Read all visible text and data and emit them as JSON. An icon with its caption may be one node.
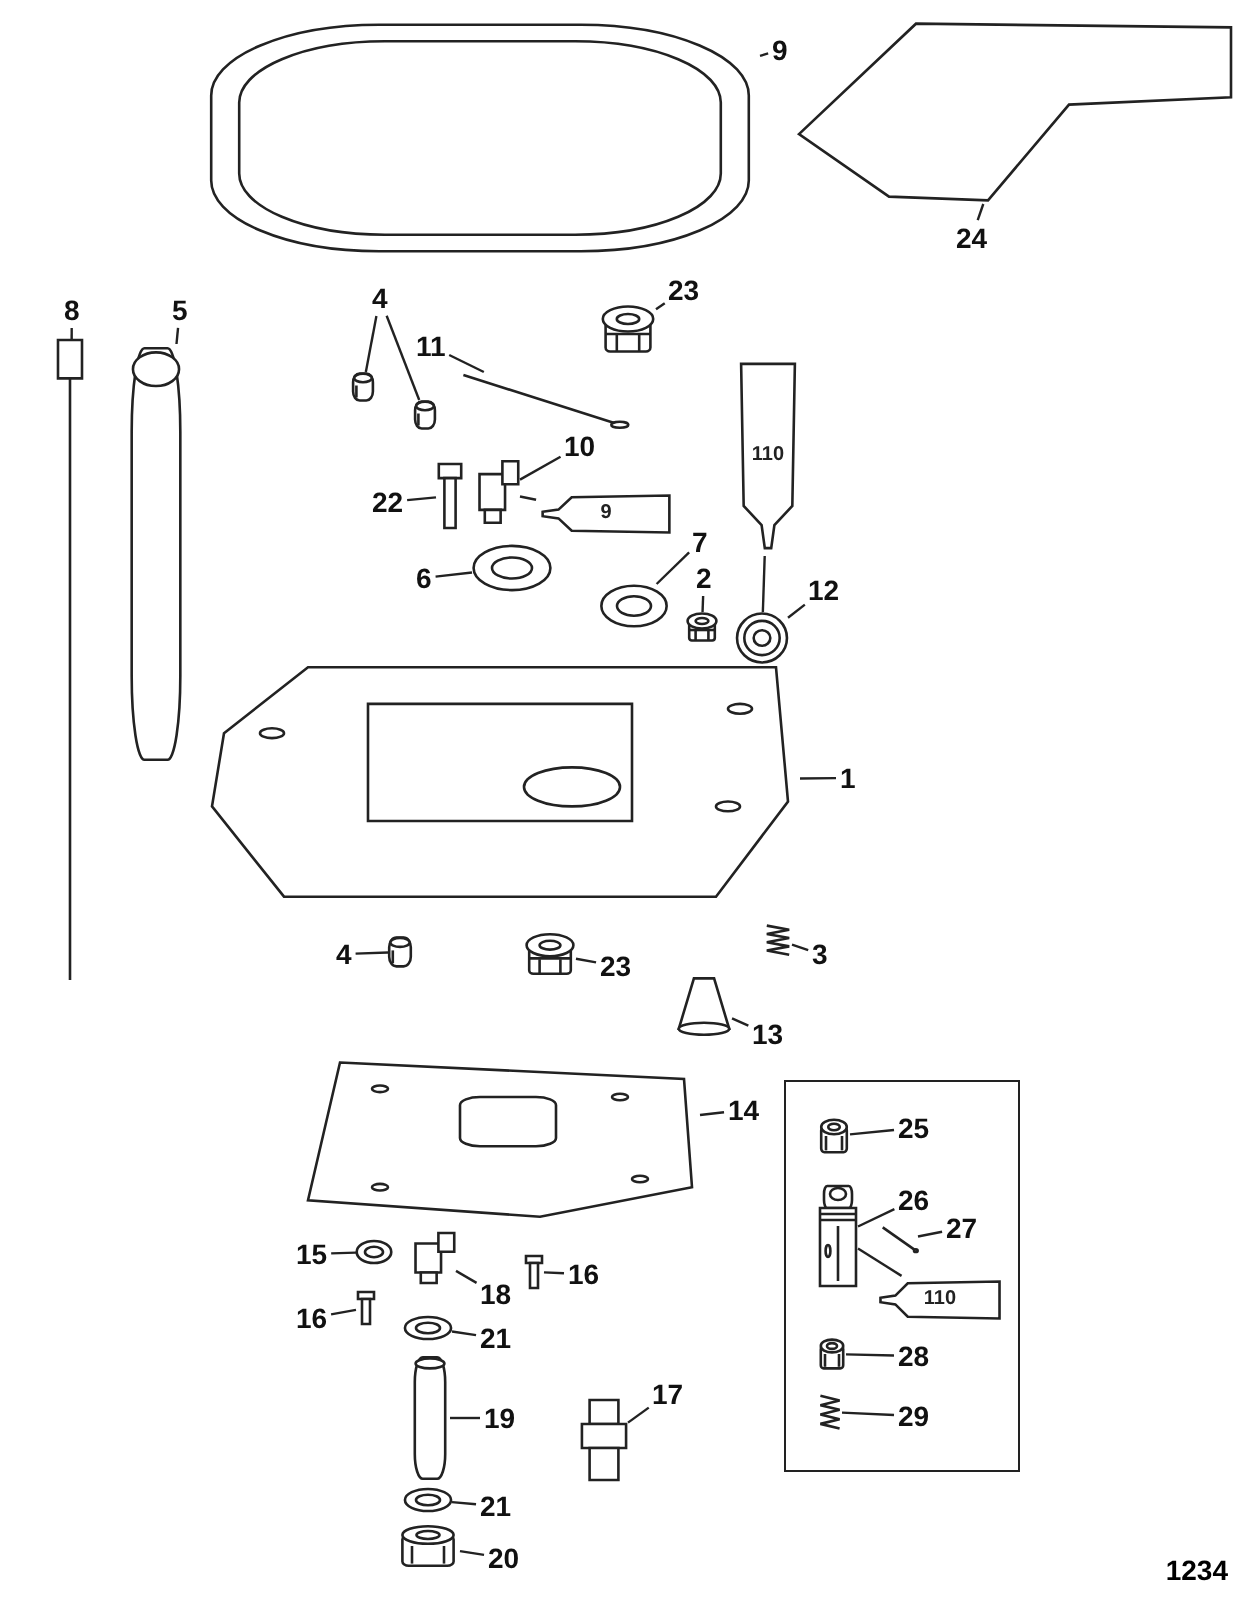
{
  "diagram": {
    "nodes": [
      {
        "text": [
          "9"
        ]
      },
      {
        "text": [],
        "shape": "picture"
      },
      {
        "text": [
          "24"
        ]
      },
      {
        "text": [],
        "shape": "picture"
      },
      {
        "text": [
          "8"
        ]
      },
      {
        "text": [],
        "shape": "picture"
      },
      {
        "text": [
          "5"
        ]
      },
      {
        "text": [],
        "shape": "picture"
      },
      {
        "text": [
          "4"
        ]
      },
      {
        "text": [],
        "shape": "picture"
      },
      {
        "text": [],
        "shape": "picture"
      },
      {
        "text": [
          "11"
        ]
      },
      {
        "text": [],
        "shape": "picture"
      },
      {
        "text": [
          "23"
        ]
      },
      {
        "text": [],
        "shape": "picture"
      },
      {
        "text": [
          "22"
        ]
      },
      {
        "text": [],
        "shape": "picture"
      },
      {
        "text": [
          "10"
        ]
      },
      {
        "text": [],
        "shape": "picture"
      },
      {
        "text": [
          "9"
        ]
      },
      {
        "text": [
          "6"
        ]
      },
      {
        "text": [],
        "shape": "picture"
      },
      {
        "text": [
          "7"
        ]
      },
      {
        "text": [],
        "shape": "picture"
      },
      {
        "text": [
          "110"
        ]
      },
      {
        "text": [
          "2"
        ]
      },
      {
        "text": [],
        "shape": "picture"
      },
      {
        "text": [
          "12"
        ]
      },
      {
        "text": [],
        "shape": "picture"
      },
      {
        "text": [
          "1"
        ]
      },
      {
        "text": [],
        "shape": "picture"
      },
      {
        "text": [
          "4"
        ]
      },
      {
        "text": [],
        "shape": "picture"
      },
      {
        "text": [
          "3"
        ]
      },
      {
        "text": [],
        "shape": "picture"
      },
      {
        "text": [
          "23"
        ]
      },
      {
        "text": [],
        "shape": "picture"
      },
      {
        "text": [
          "13"
        ]
      },
      {
        "text": [],
        "shape": "picture"
      },
      {
        "text": [
          "14"
        ]
      },
      {
        "text": [],
        "shape": "picture"
      },
      {
        "text": [
          "15"
        ]
      },
      {
        "text": [],
        "shape": "picture"
      },
      {
        "text": [
          "18"
        ]
      },
      {
        "text": [],
        "shape": "picture"
      },
      {
        "text": [
          "16"
        ]
      },
      {
        "text": [],
        "shape": "picture"
      },
      {
        "text": [
          "16"
        ]
      },
      {
        "text": [],
        "shape": "picture"
      },
      {
        "text": [
          "21"
        ]
      },
      {
        "text": [],
        "shape": "picture"
      },
      {
        "text": [
          "19"
        ]
      },
      {
        "text": [],
        "shape": "picture"
      },
      {
        "text": [
          "17"
        ]
      },
      {
        "text": [],
        "shape": "picture"
      },
      {
        "text": [
          "21"
        ]
      },
      {
        "text": [],
        "shape": "picture"
      },
      {
        "text": [
          "20"
        ]
      },
      {
        "text": [],
        "shape": "picture"
      },
      {
        "text": [],
        "shape": "box"
      },
      {
        "text": [
          "25"
        ],
        "in": 59
      },
      {
        "text": [],
        "shape": "picture",
        "in": 59
      },
      {
        "text": [
          "26"
        ],
        "in": 59
      },
      {
        "text": [],
        "shape": "picture",
        "in": 59
      },
      {
        "text": [
          "27"
        ],
        "in": 59
      },
      {
        "text": [],
        "shape": "picture",
        "in": 59
      },
      {
        "text": [
          "110"
        ],
        "in": 59
      },
      {
        "text": [
          "28"
        ],
        "in": 59
      },
      {
        "text": [],
        "shape": "picture",
        "in": 59
      },
      {
        "text": [
          "29"
        ],
        "in": 59
      },
      {
        "text": [],
        "shape": "picture",
        "in": 59
      }
    ],
    "edges": [
      {
        "from": 0,
        "to": 1,
        "arrow": "none"
      },
      {
        "from": 2,
        "to": 3,
        "arrow": "none"
      },
      {
        "from": 4,
        "to": 5,
        "arrow": "none"
      },
      {
        "from": 6,
        "to": 7,
        "arrow": "none"
      },
      {
        "from": 8,
        "to": 9,
        "arrow": "none"
      },
      {
        "from": 8,
        "to": 10,
        "arrow": "none"
      },
      {
        "from": 11,
        "to": 12,
        "arrow": "none"
      },
      {
        "from": 13,
        "to": 14,
        "arrow": "none"
      },
      {
        "from": 15,
        "to": 16,
        "arrow": "none"
      },
      {
        "from": 17,
        "to": 18,
        "arrow": "none"
      },
      {
        "from": 19,
        "to": 18,
        "arrow": "none"
      },
      {
        "from": 20,
        "to": 21,
        "arrow": "none"
      },
      {
        "from": 22,
        "to": 23,
        "arrow": "none"
      },
      {
        "from": 24,
        "to": 28,
        "arrow": "none"
      },
      {
        "from": 25,
        "to": 26,
        "arrow": "none"
      },
      {
        "from": 27,
        "to": 28,
        "arrow": "none"
      },
      {
        "from": 29,
        "to": 30,
        "arrow": "none"
      },
      {
        "from": 31,
        "to": 32,
        "arrow": "none"
      },
      {
        "from": 33,
        "to": 34,
        "arrow": "none"
      },
      {
        "from": 35,
        "to": 36,
        "arrow": "none"
      },
      {
        "from": 37,
        "to": 38,
        "arrow": "none"
      },
      {
        "from": 39,
        "to": 40,
        "arrow": "none"
      },
      {
        "from": 41,
        "to": 42,
        "arrow": "none"
      },
      {
        "from": 43,
        "to": 44,
        "arrow": "none"
      },
      {
        "from": 45,
        "to": 46,
        "arrow": "none"
      },
      {
        "from": 47,
        "to": 48,
        "arrow": "none"
      },
      {
        "from": 49,
        "to": 50,
        "arrow": "none"
      },
      {
        "from": 51,
        "to": 52,
        "arrow": "none"
      },
      {
        "from": 53,
        "to": 54,
        "arrow": "none"
      },
      {
        "from": 55,
        "to": 56,
        "arrow": "none"
      },
      {
        "from": 57,
        "to": 58,
        "arrow": "none"
      },
      {
        "from": 60,
        "to": 61,
        "arrow": "none"
      },
      {
        "from": 62,
        "to": 63,
        "arrow": "none"
      },
      {
        "from": 64,
        "to": 65,
        "arrow": "none"
      },
      {
        "from": 66,
        "to": 63,
        "arrow": "none"
      },
      {
        "from": 67,
        "to": 68,
        "arrow": "none"
      },
      {
        "from": 69,
        "to": 70,
        "arrow": "none"
      }
    ],
    "labels": [
      "1234"
    ]
  }
}
